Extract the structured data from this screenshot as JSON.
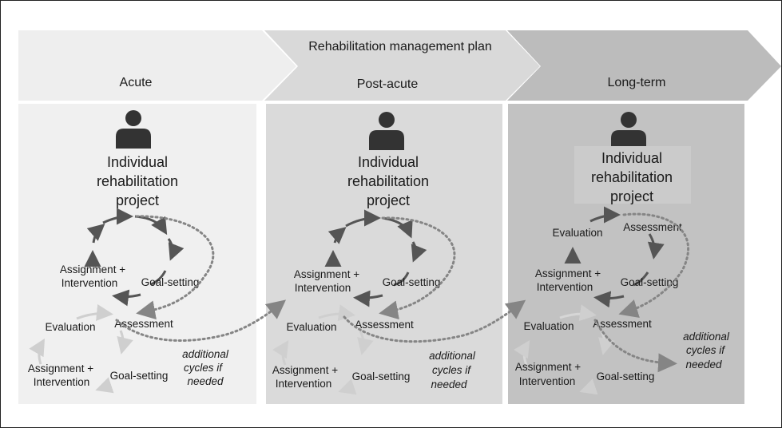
{
  "header": {
    "plan_title": "Rehabilitation management plan",
    "phases": [
      {
        "label": "Acute",
        "arrow_color": "#eeeeee",
        "panel_color": "#f0f0f0"
      },
      {
        "label": "Post-acute",
        "arrow_color": "#d9d9d9",
        "panel_color": "#dadada"
      },
      {
        "label": "Long-term",
        "arrow_color": "#bcbcbc",
        "panel_color": "#c2c2c2"
      }
    ]
  },
  "panels": [
    {
      "project": [
        "Individual",
        "rehabilitation",
        "project"
      ],
      "cycle1": {
        "assign": [
          "Assignment +",
          "Intervention"
        ],
        "goal": "Goal-setting"
      },
      "cycle2": {
        "eval": "Evaluation",
        "assess": "Assessment",
        "assign": [
          "Assignment +",
          "Intervention"
        ],
        "goal": "Goal-setting"
      },
      "note": [
        "additional",
        "cycles if",
        "needed"
      ]
    },
    {
      "project": [
        "Individual",
        "rehabilitation",
        "project"
      ],
      "cycle1": {
        "assign": [
          "Assignment +",
          "Intervention"
        ],
        "goal": "Goal-setting"
      },
      "cycle2": {
        "eval": "Evaluation",
        "assess": "Assessment",
        "assign": [
          "Assignment +",
          "Intervention"
        ],
        "goal": "Goal-setting"
      },
      "note": [
        "additional",
        "cycles  if",
        "needed"
      ]
    },
    {
      "project": [
        "Individual",
        "rehabilitation",
        "project"
      ],
      "cycle1": {
        "eval": "Evaluation",
        "assess": "Assessment",
        "assign": [
          "Assignment +",
          "Intervention"
        ],
        "goal": "Goal-setting"
      },
      "cycle2": {
        "eval": "Evaluation",
        "assess": "Assessment",
        "assign": [
          "Assignment +",
          "Intervention"
        ],
        "goal": "Goal-setting"
      },
      "note": [
        "additional",
        "cycles    if",
        "needed"
      ]
    }
  ],
  "colors": {
    "dark_arrow": "#555555",
    "light_arrow": "#cfcfcf",
    "person": "#333333",
    "dotted": "#858585"
  }
}
